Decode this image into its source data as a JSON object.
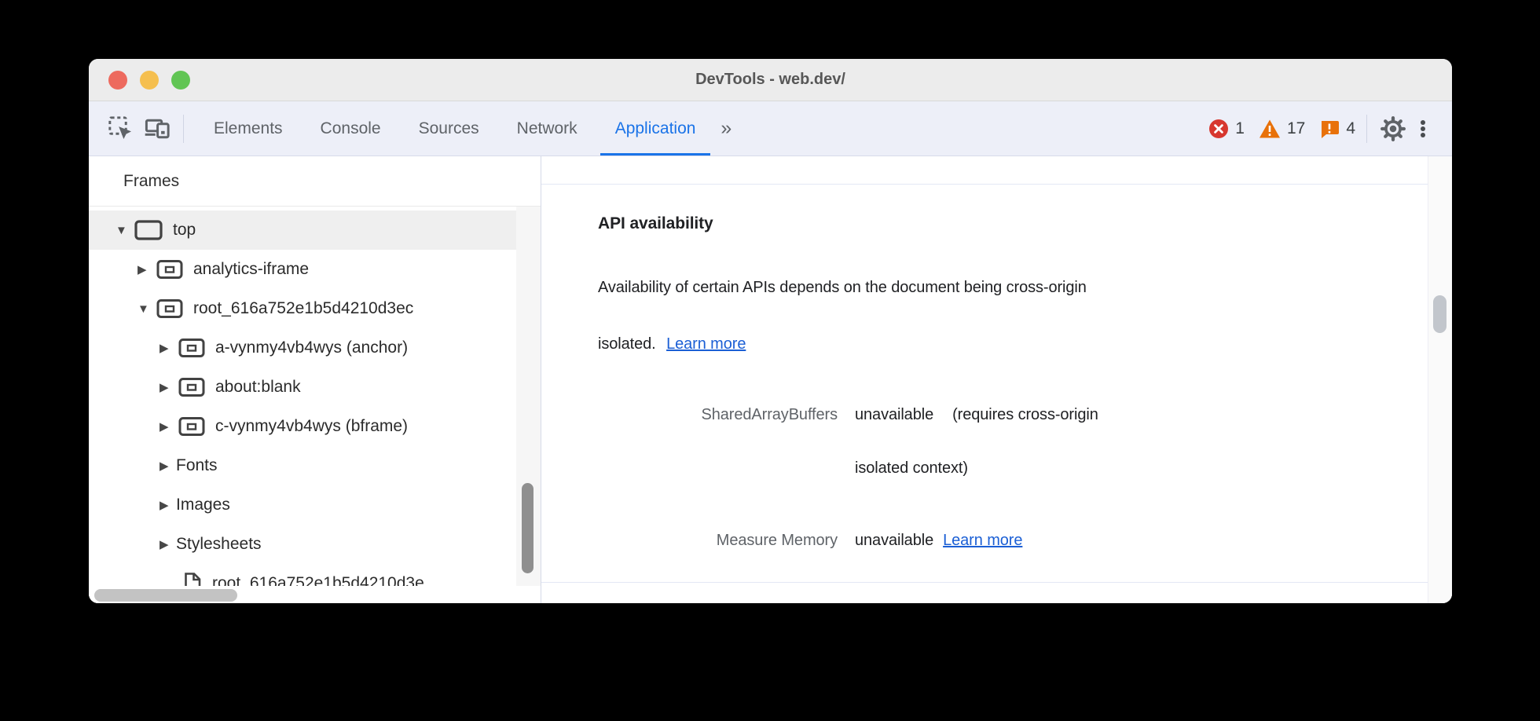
{
  "window": {
    "title": "DevTools - web.dev/"
  },
  "toolbar": {
    "tabs": [
      {
        "label": "Elements",
        "active": false
      },
      {
        "label": "Console",
        "active": false
      },
      {
        "label": "Sources",
        "active": false
      },
      {
        "label": "Network",
        "active": false
      },
      {
        "label": "Application",
        "active": true
      }
    ],
    "more_tabs_glyph": "»",
    "badges": {
      "errors": "1",
      "warnings": "17",
      "issues": "4"
    }
  },
  "sidebar": {
    "section_title": "Frames",
    "tree": [
      {
        "label": "top",
        "expander": "▼",
        "icon": "frame",
        "selected": true
      },
      {
        "label": "analytics-iframe",
        "expander": "▶",
        "icon": "iframe"
      },
      {
        "label": "root_616a752e1b5d4210d3ec",
        "expander": "▼",
        "icon": "iframe"
      },
      {
        "label": "a-vynmy4vb4wys (anchor)",
        "expander": "▶",
        "icon": "iframe"
      },
      {
        "label": "about:blank",
        "expander": "▶",
        "icon": "iframe"
      },
      {
        "label": "c-vynmy4vb4wys (bframe)",
        "expander": "▶",
        "icon": "iframe"
      },
      {
        "label": "Fonts",
        "expander": "▶",
        "icon": null
      },
      {
        "label": "Images",
        "expander": "▶",
        "icon": null
      },
      {
        "label": "Stylesheets",
        "expander": "▶",
        "icon": null
      },
      {
        "label": "root_616a752e1b5d4210d3e",
        "expander": "",
        "icon": "document"
      }
    ]
  },
  "main": {
    "heading": "API availability",
    "description_line1": "Availability of certain APIs depends on the document being cross-origin",
    "description_line2_prefix": "isolated.",
    "description_link": "Learn more",
    "rows": [
      {
        "label": "SharedArrayBuffers",
        "status": "unavailable",
        "note_line1": "(requires cross-origin",
        "note_line2": "isolated context)"
      },
      {
        "label": "Measure Memory",
        "status": "unavailable",
        "link": "Learn more"
      }
    ]
  },
  "colors": {
    "accent": "#1a73e8",
    "link": "#1b5fd5",
    "error": "#d7372f",
    "warning": "#e8710a",
    "toolbar_bg": "#edeff8",
    "selected_row": "#efefef"
  }
}
